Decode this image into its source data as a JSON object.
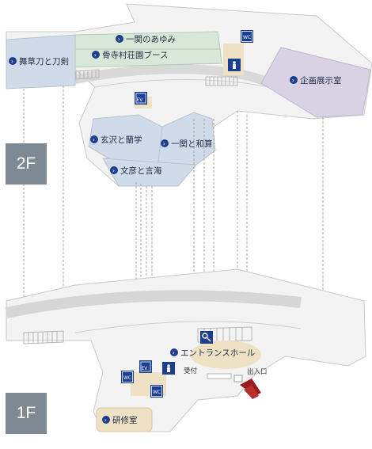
{
  "floors": {
    "upper": "2F",
    "lower": "1F"
  },
  "rooms_2f": {
    "dance_sword": "舞草刀と刀剣",
    "ichinoseki_history": "一関のあゆみ",
    "honderaji_booth": "骨寺村荘園ブース",
    "special_exhibition": "企画展示室",
    "gentaku_rangaku": "玄沢と蘭学",
    "ichinoseki_wasan": "一関と和算",
    "bungen_genkai": "文彦と言海"
  },
  "rooms_1f": {
    "entrance_hall": "エントランスホール",
    "reception": "受付",
    "entrance": "出入口",
    "training_room": "研修室"
  },
  "icons": {
    "restroom": "wc-icon",
    "elevator": "elevator-icon",
    "accessible": "wheelchair-icon",
    "locker": "key-icon"
  },
  "icon_text": {
    "wc": "WC",
    "ev": "EV"
  },
  "colors": {
    "room_blue": "#cfdbe8",
    "room_green": "#d7e8d8",
    "room_purple": "#d9d2e5",
    "room_tan": "#efe2c4",
    "pin_navy": "#1d3f8f",
    "badge_gray": "#7d8a93",
    "entrance_arrow": "#9b1c1c"
  }
}
